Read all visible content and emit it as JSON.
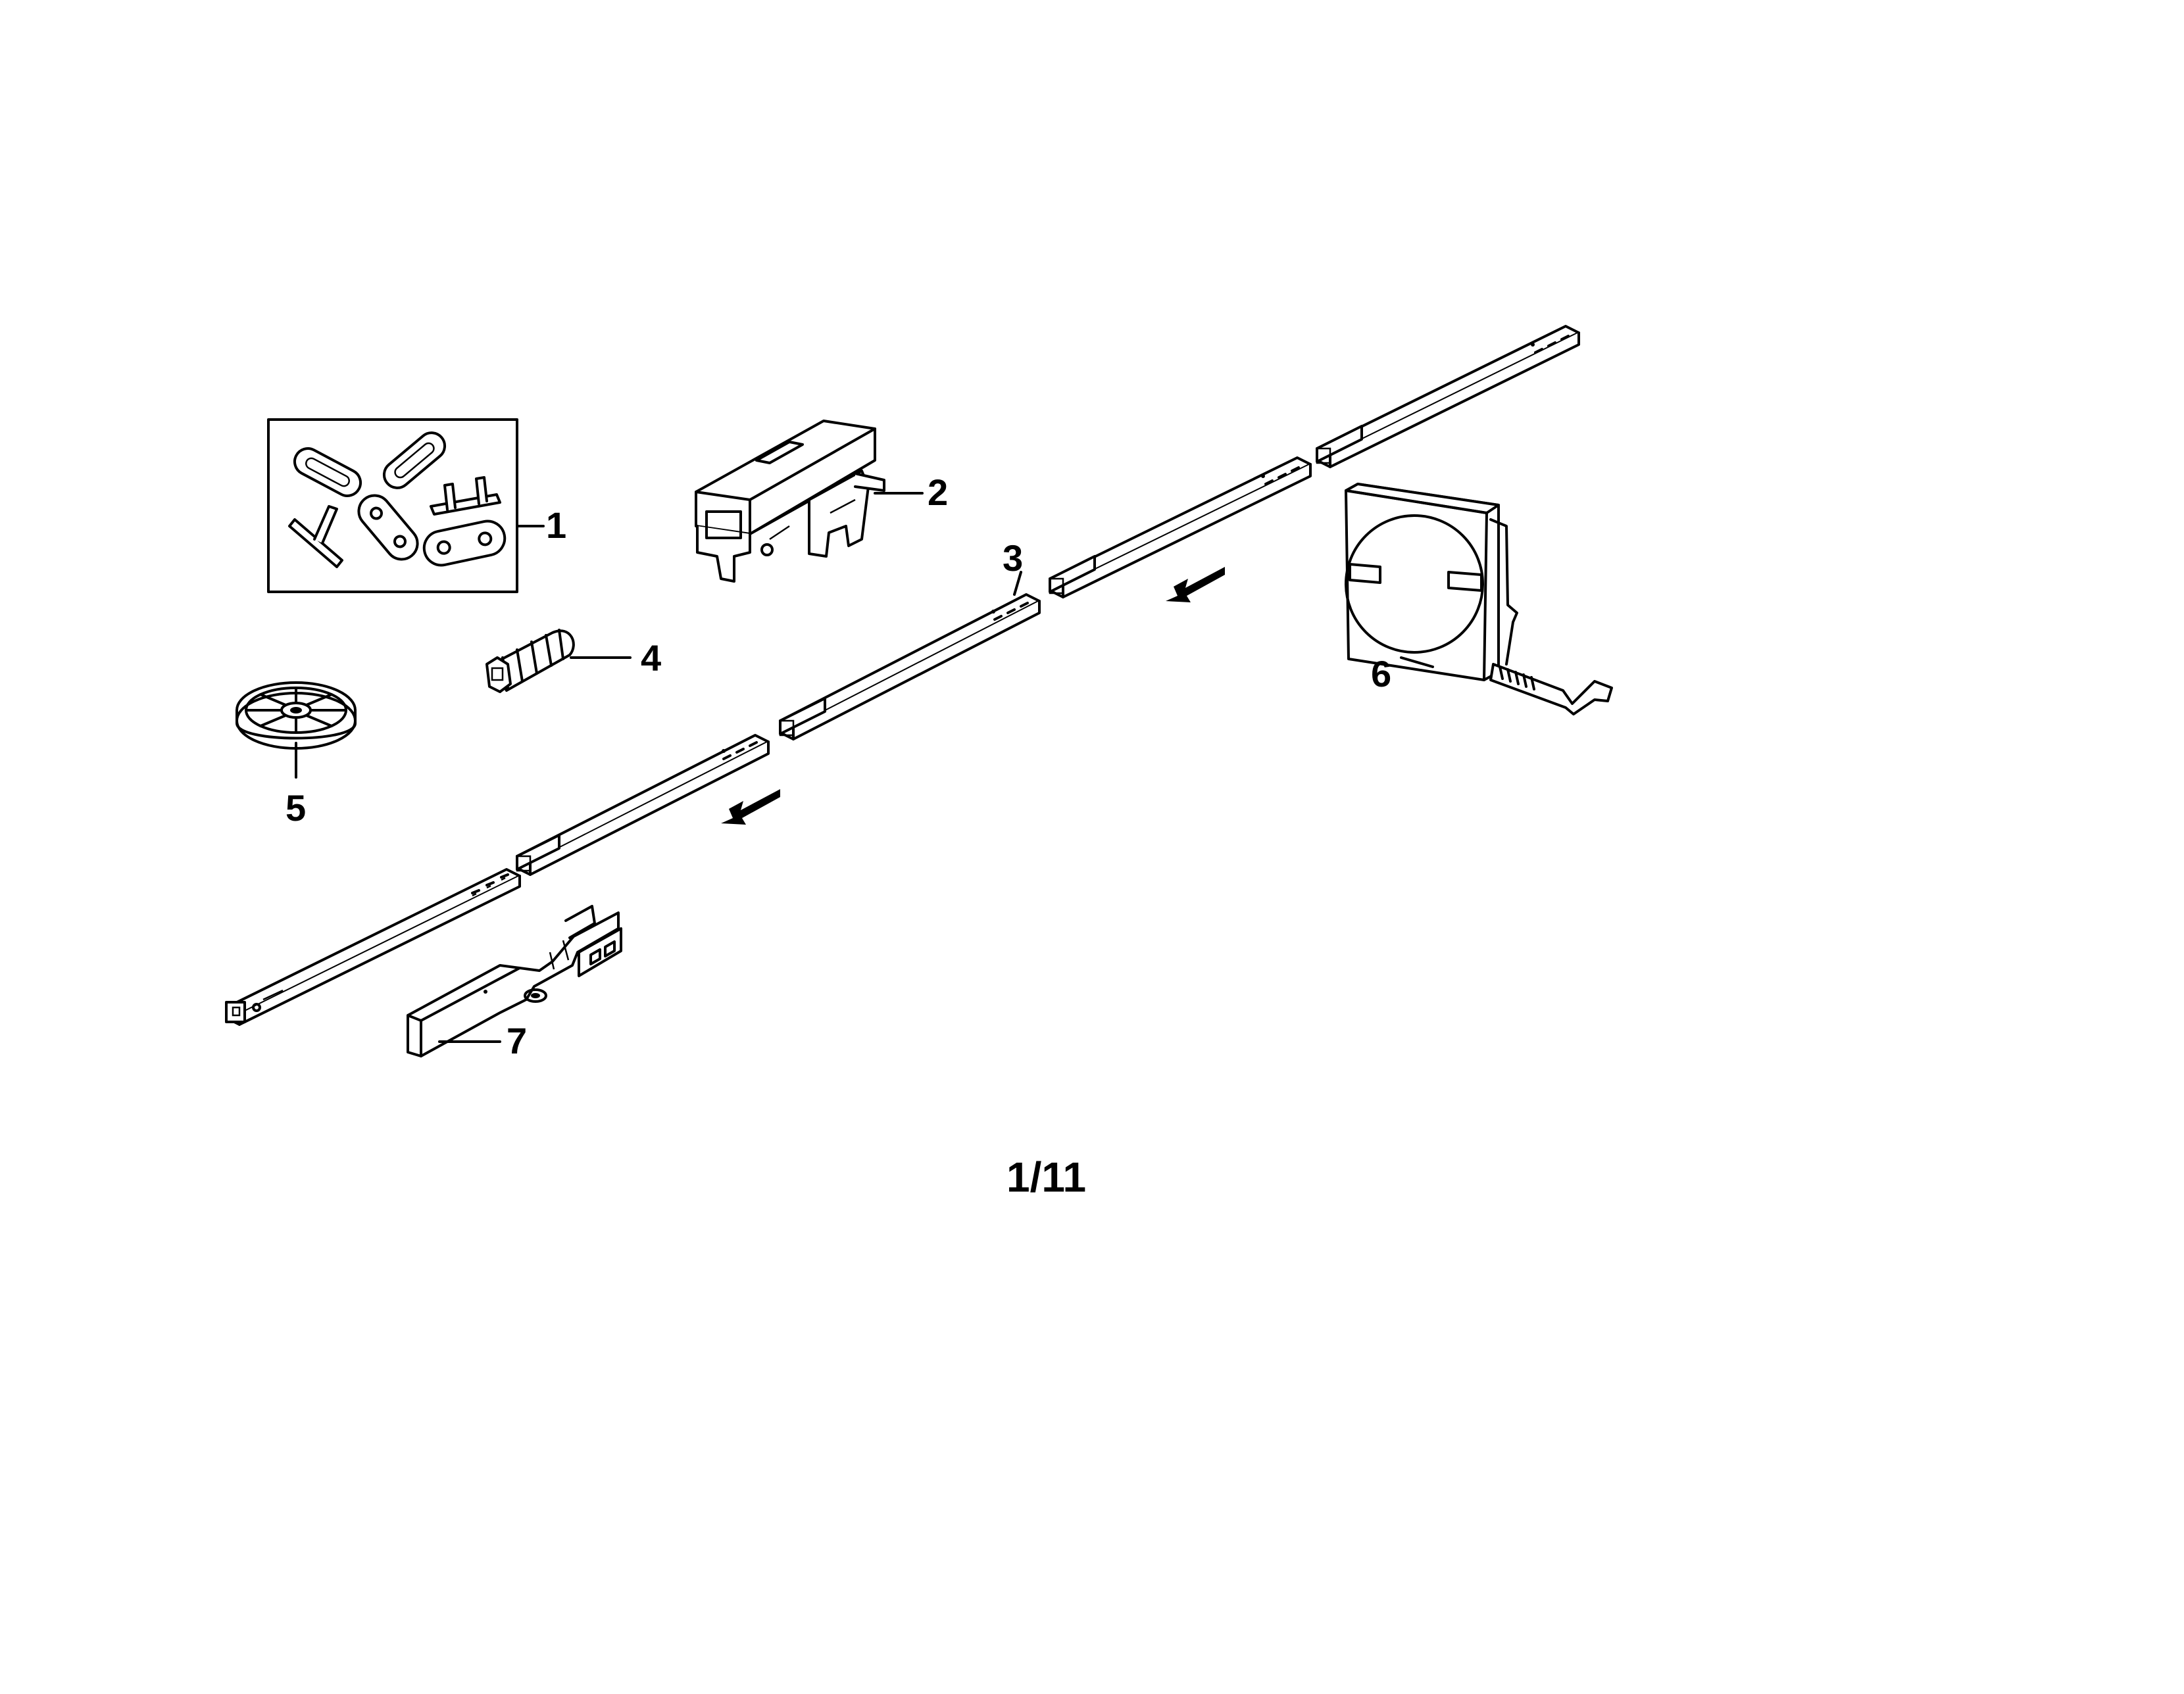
{
  "callouts": [
    {
      "id": "1",
      "label": "1"
    },
    {
      "id": "2",
      "label": "2"
    },
    {
      "id": "3",
      "label": "3"
    },
    {
      "id": "4",
      "label": "4"
    },
    {
      "id": "5",
      "label": "5"
    },
    {
      "id": "6",
      "label": "6"
    },
    {
      "id": "7",
      "label": "7"
    }
  ],
  "page_number": "1/11",
  "icons": [
    "chain-links-kit-icon",
    "trolley-icon",
    "rail-section-icon",
    "cap-plug-icon",
    "pulley-icon",
    "chain-box-icon",
    "bracket-icon",
    "direction-arrow-icon"
  ],
  "colors": {
    "line": "#000000",
    "background": "#ffffff"
  }
}
